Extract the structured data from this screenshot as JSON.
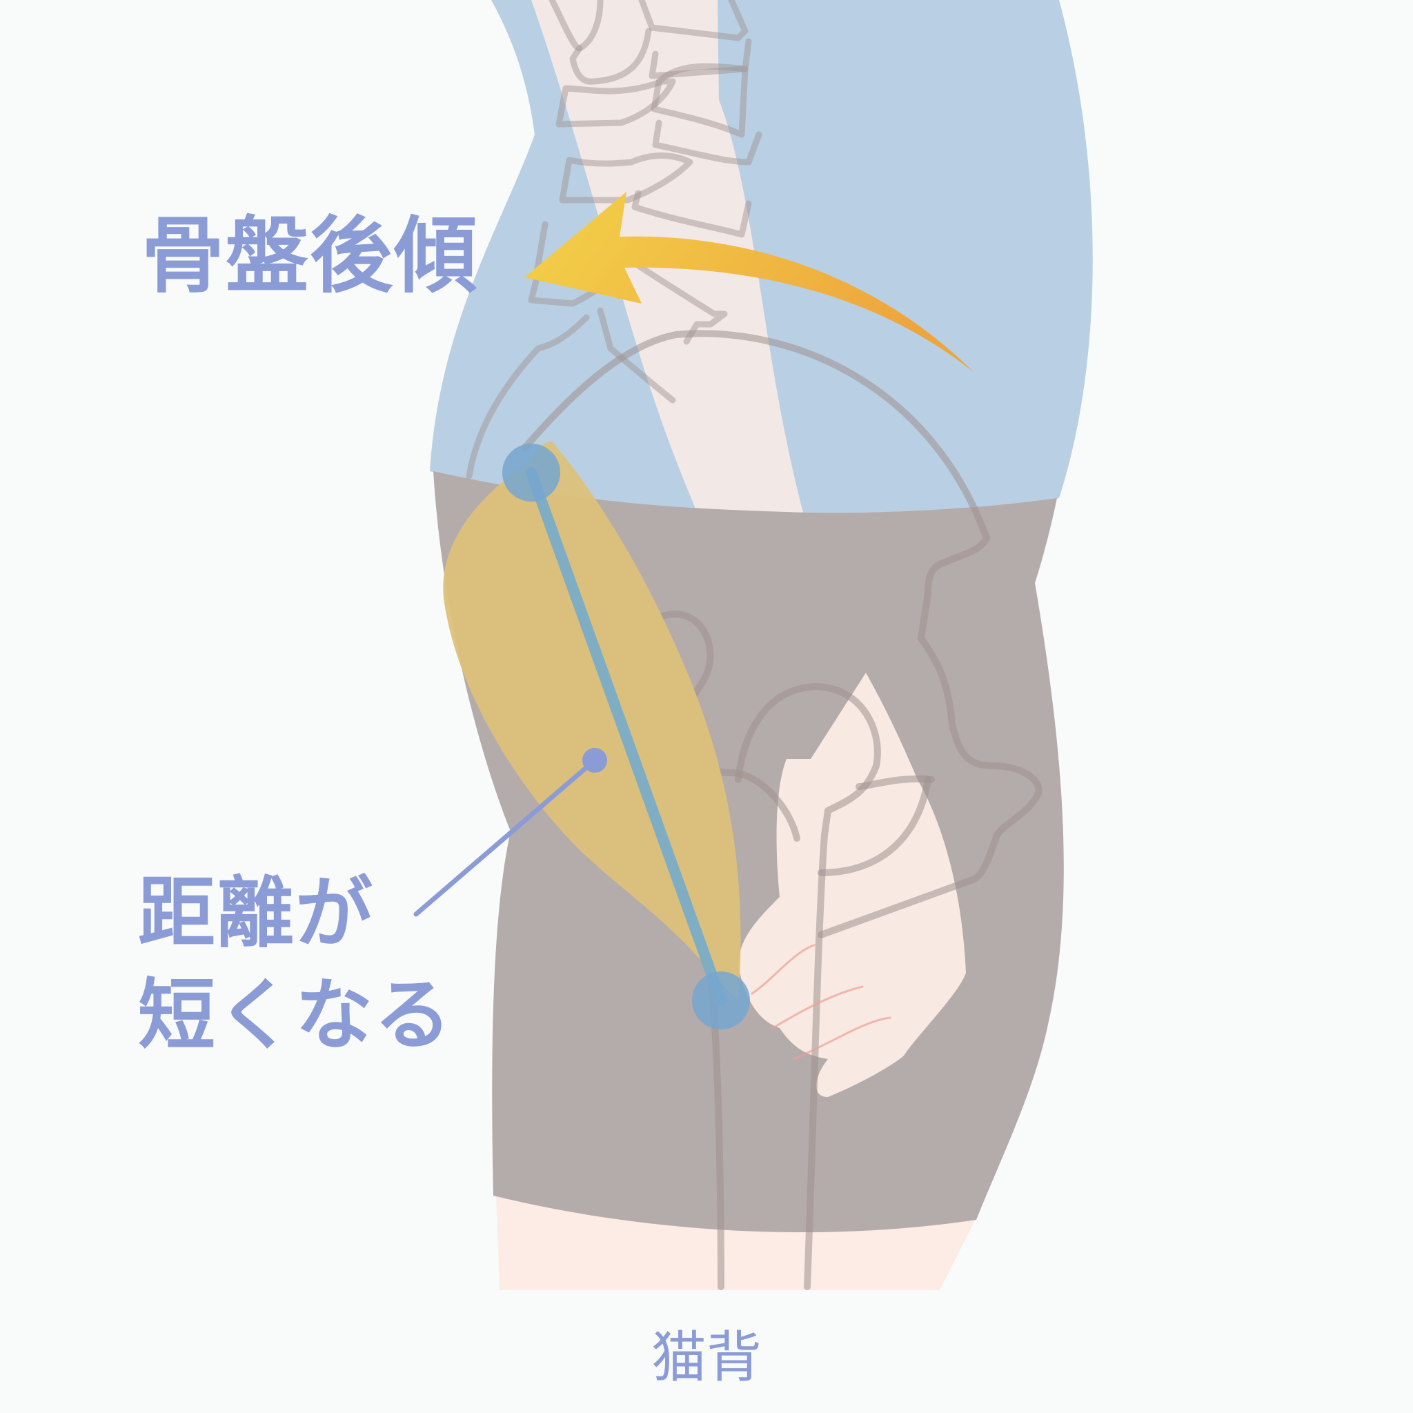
{
  "diagram": {
    "title": "骨盤後傾",
    "annotation": {
      "line1": "距離が",
      "line2": "短くなる"
    },
    "caption": "猫背"
  },
  "colors": {
    "label_text": "#8a9bd6",
    "background": "#f9fafa",
    "skin": "#fcece5",
    "shirt": "#b9cfe4",
    "shorts": "#b4abab",
    "bone_outline": "#9e918e",
    "muscle": "#ddc17a",
    "muscle_axis": "#7fadc4",
    "muscle_point": "#75a6cf",
    "arrow_start": "#f3d24a",
    "arrow_end": "#eea53c",
    "pointer": "#8a9bd6"
  },
  "icons": {
    "arrow": "curved-arrow-icon"
  }
}
